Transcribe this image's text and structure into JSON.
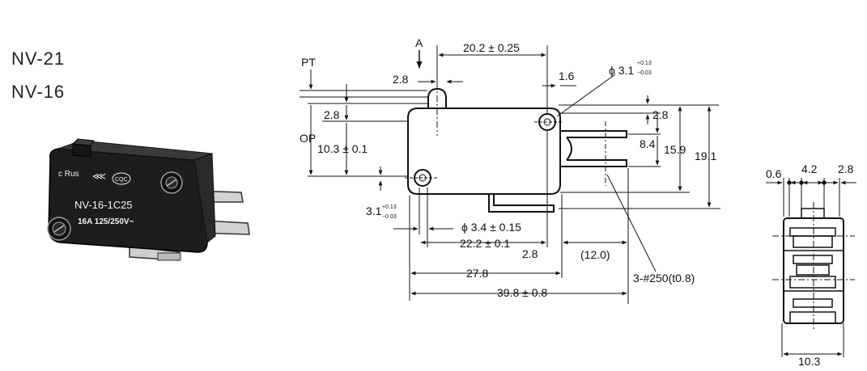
{
  "models": [
    "NV-21",
    "NV-16"
  ],
  "product": {
    "cert": "c Rus",
    "cqc": "CQC",
    "part_number": "NV-16-1C25",
    "rating": "16A 125/250V~"
  },
  "side_view": {
    "arrow_label": "A",
    "pt": "PT",
    "op": "OP",
    "dims": {
      "top_length": "20.2 ± 0.25",
      "plunger_offset": "2.8",
      "tab_width": "1.6",
      "hole_top_dia": "ϕ 3.1",
      "hole_top_tol_upper": "+0.13",
      "hole_top_tol_lower": "−0.03",
      "left_2_8": "2.8",
      "op_height": "10.3 ± 0.1",
      "right_2_8": "2.8",
      "dim_8_4": "8.4",
      "dim_15_9": "15.9",
      "dim_19_1": "19.1",
      "hole_left_val": "3.1",
      "hole_left_tol_upper": "+0.13",
      "hole_left_tol_lower": "−0.03",
      "hole_bottom_dia": "ϕ 3.4 ± 0.15",
      "dim_22_2": "22.2 ± 0.1",
      "bottom_2_8": "2.8",
      "dim_12_0": "(12.0)",
      "dim_27_8": "27.8",
      "dim_39_8": "39.8 ± 0.8",
      "terminal": "3-#250(t0.8)"
    }
  },
  "end_view": {
    "dim_0_6": "0.6",
    "dim_4_2": "4.2",
    "dim_2_8": "2.8",
    "dim_10_3": "10.3"
  }
}
